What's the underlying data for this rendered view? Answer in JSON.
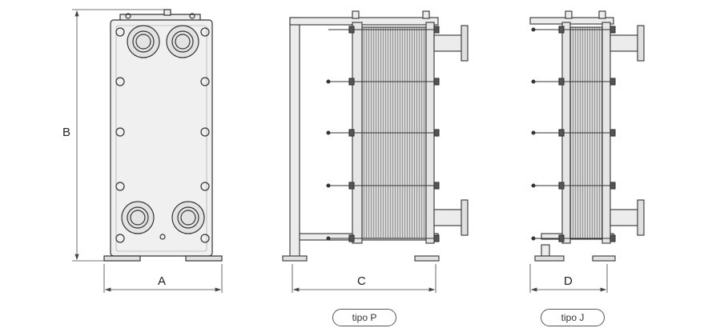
{
  "dimensions": {
    "width_label": "A",
    "height_label": "B",
    "depth_p_label": "C",
    "depth_j_label": "D"
  },
  "types": {
    "p": "tipo P",
    "j": "tipo J"
  },
  "colors": {
    "line": "#333333",
    "frame": "#e8e8e8",
    "plate_pack": "#c9c9c9"
  }
}
